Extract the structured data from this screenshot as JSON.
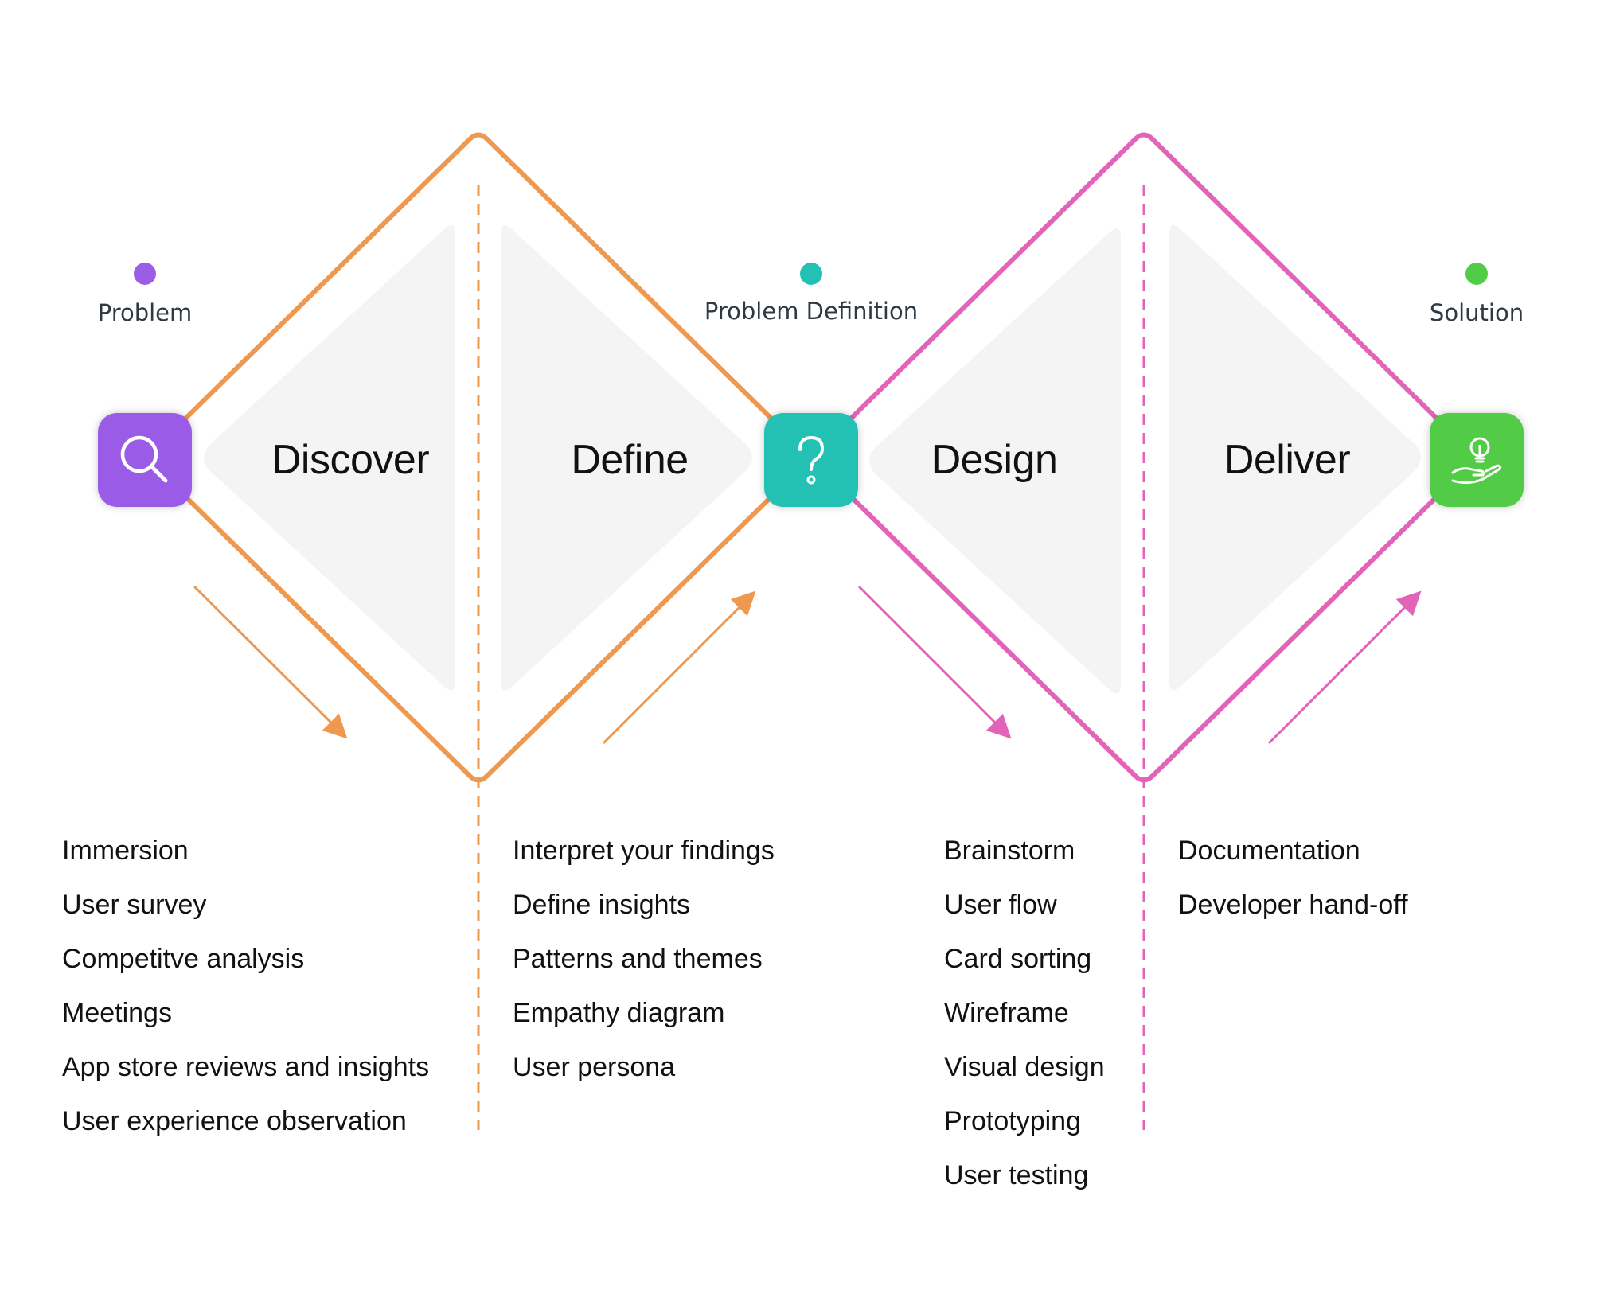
{
  "milestones": [
    {
      "label": "Problem",
      "color": "#9b5ce6"
    },
    {
      "label": "Problem Definition",
      "color": "#22c1b4"
    },
    {
      "label": "Solution",
      "color": "#52cc46"
    }
  ],
  "icons": {
    "discover": {
      "name": "search-icon",
      "color": "#9a5be6"
    },
    "define": {
      "name": "question-mark-icon",
      "color": "#22c1b4"
    },
    "deliver": {
      "name": "lightbulb-hand-icon",
      "color": "#52cc46"
    }
  },
  "colors": {
    "first_diamond": "#ee9850",
    "second_diamond": "#e264b8",
    "panel_fill": "#f4f4f4"
  },
  "phases": [
    {
      "title": "Discover",
      "items": [
        "Immersion",
        "User survey",
        "Competitve analysis",
        "Meetings",
        "App store reviews and insights",
        "User experience observation"
      ]
    },
    {
      "title": "Define",
      "items": [
        "Interpret your findings",
        "Define insights",
        "Patterns and themes",
        "Empathy diagram",
        "User persona"
      ]
    },
    {
      "title": "Design",
      "items": [
        "Brainstorm",
        "User flow",
        "Card sorting",
        "Wireframe",
        "Visual design",
        "Prototyping",
        "User testing"
      ]
    },
    {
      "title": "Deliver",
      "items": [
        "Documentation",
        "Developer hand-off"
      ]
    }
  ]
}
